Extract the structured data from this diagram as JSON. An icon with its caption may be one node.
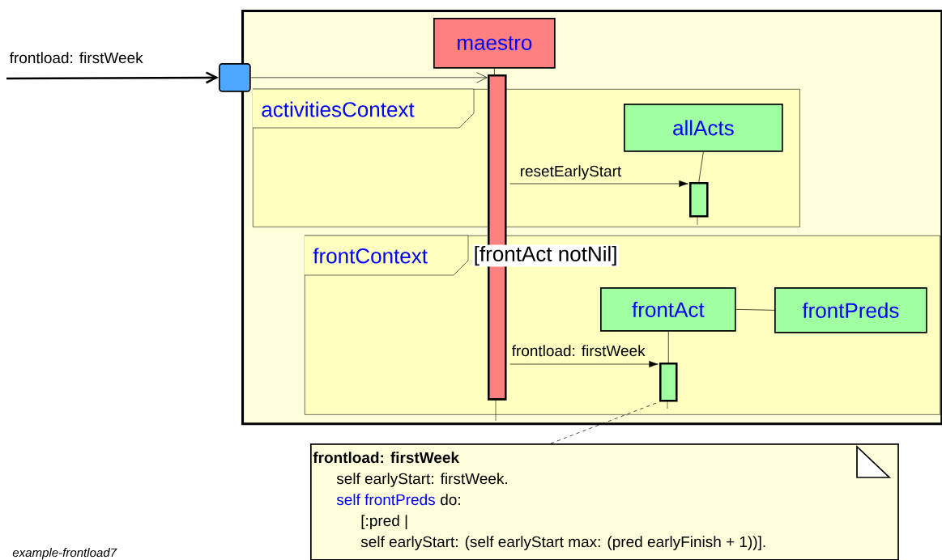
{
  "diagram": {
    "nodes": [
      {
        "text": [],
        "shape": "box"
      },
      {
        "text": [],
        "shape": "box"
      },
      {
        "text": [
          "maestro"
        ],
        "in": 0
      },
      {
        "text": [],
        "shape": "bar",
        "in": 0
      },
      {
        "text": [
          "activitiesContext"
        ],
        "in": 0
      },
      {
        "text": [
          "allActs"
        ],
        "in": 4
      },
      {
        "text": [],
        "shape": "bar",
        "in": 4
      },
      {
        "text": [
          "frontContext",
          "[frontAct notNil]"
        ],
        "in": 0
      },
      {
        "text": [
          "frontAct"
        ],
        "in": 7
      },
      {
        "text": [
          "frontPreds"
        ],
        "in": 7
      },
      {
        "text": [],
        "shape": "bar",
        "in": 7
      },
      {
        "text": [
          "frontload: firstWeek",
          "self earlyStart: firstWeek.",
          "self frontPreds",
          "do:",
          "[:pred |",
          "self earlyStart: (self earlyStart max: (pred earlyFinish + 1))]."
        ]
      }
    ],
    "edges": [
      {
        "from": null,
        "to": 1,
        "arrow": "to",
        "label": "frontload: firstWeek",
        "style": "thick"
      },
      {
        "from": 1,
        "to": 3,
        "arrow": "to"
      },
      {
        "from": 3,
        "to": 6,
        "arrow": "to",
        "label": "resetEarlyStart"
      },
      {
        "from": 3,
        "to": 10,
        "arrow": "to",
        "label": "frontload: firstWeek"
      },
      {
        "from": 8,
        "to": 9,
        "arrow": "none"
      },
      {
        "from": 11,
        "to": 10,
        "arrow": "none",
        "style": "dashed"
      },
      {
        "from": 2,
        "to": 3,
        "arrow": "none"
      },
      {
        "from": 5,
        "to": 6,
        "arrow": "none"
      },
      {
        "from": 8,
        "to": 10,
        "arrow": "none"
      }
    ],
    "labels": [
      "example-frontload7"
    ]
  }
}
